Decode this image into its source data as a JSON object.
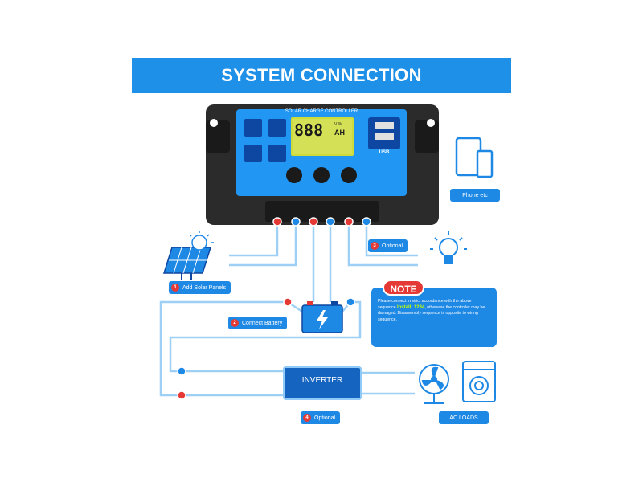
{
  "title": "SYSTEM CONNECTION",
  "controller": {
    "header": "SOLAR CHARGE CONTROLLER",
    "display_digits": "888",
    "display_unit": "AH",
    "display_small": "V %",
    "usb_label": "USB"
  },
  "labels": {
    "solar": {
      "num": "1",
      "text": "Add Solar Panels"
    },
    "battery": {
      "num": "2",
      "text": "Connect Battery"
    },
    "optional_top": {
      "num": "3",
      "text": "Optional"
    },
    "optional_bottom": {
      "num": "4",
      "text": "Optional"
    },
    "phone": "Phone etc",
    "ac_loads": "AC LOADS"
  },
  "note": {
    "tag": "NOTE",
    "text_before": "Please connect in strict accordance with the above sequence ",
    "highlight": "Install: 1234",
    "text_after": ", otherwise the controller may be damaged. Disassembly sequence is opposite to wiring sequence."
  },
  "inverter": "INVERTER",
  "colors": {
    "title_blue": "#1e90e8",
    "pill_blue": "#1e88e5",
    "accent_red": "#e53935",
    "wire": "#9ecff5",
    "controller_body": "#2b2b2b",
    "controller_panel": "#2196f3"
  }
}
